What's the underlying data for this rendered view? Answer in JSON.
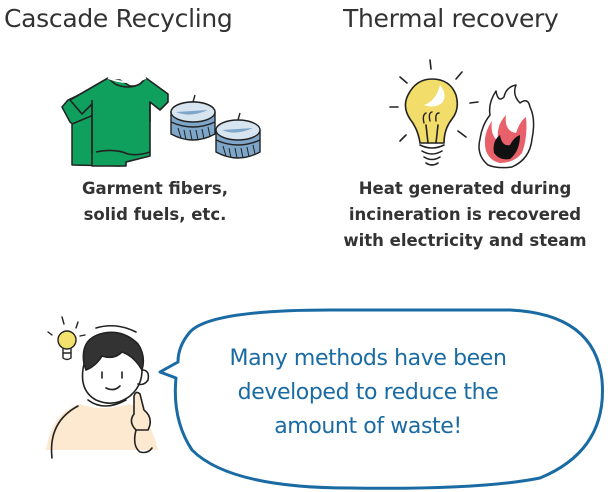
{
  "sections": {
    "left": {
      "title": "Cascade Recycling",
      "illustration": "t-shirts-and-fuel-pellets",
      "caption_lines": [
        "Garment fibers,",
        "solid fuels, etc."
      ],
      "colors": {
        "shirt": "#0fa05e",
        "pellet": "#7ea6c9"
      }
    },
    "right": {
      "title": "Thermal recovery",
      "illustration": "lightbulb-and-fire",
      "caption_lines": [
        "Heat generated during",
        "incineration is recovered",
        "with electricity and steam"
      ],
      "colors": {
        "bulb": "#f2dc6a",
        "fire": "#e8616a"
      }
    }
  },
  "speech": {
    "character": "boy-with-idea",
    "idea_icon": "lightbulb",
    "lines": [
      "Many methods have been",
      "developed to reduce the",
      "amount of waste!"
    ],
    "colors": {
      "bubble_border": "#1a6ba3",
      "text": "#1a6ba3",
      "shirt": "#fde9cf",
      "idea_bulb": "#f2e16d"
    }
  }
}
